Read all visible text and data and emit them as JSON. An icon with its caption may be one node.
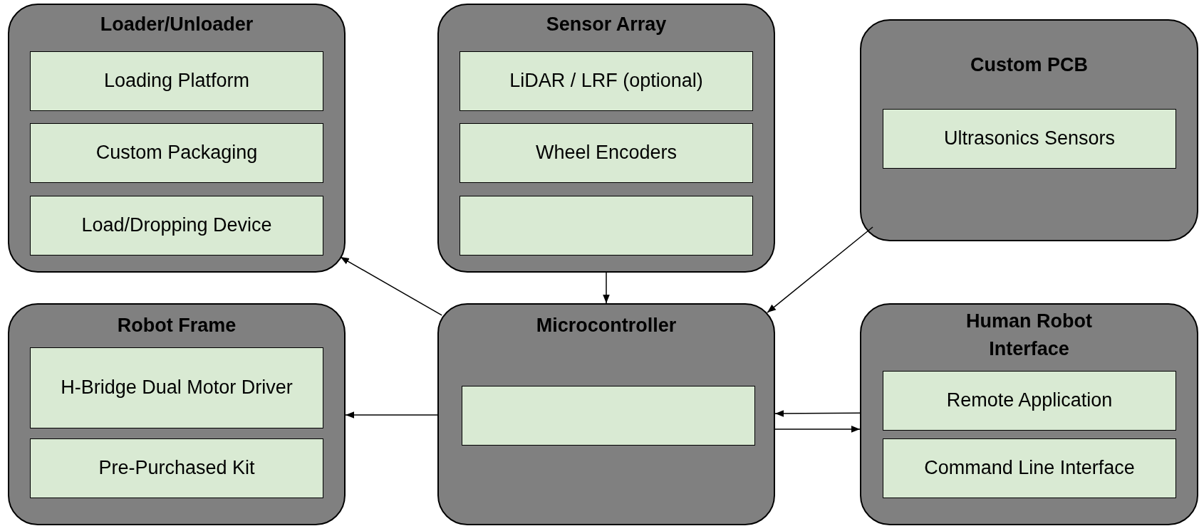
{
  "diagram": {
    "nodes": [
      {
        "text": [
          "Loader/Unloader"
        ]
      },
      {
        "text": [
          "Loading Platform"
        ],
        "in": 0
      },
      {
        "text": [
          "Custom Packaging"
        ],
        "in": 0
      },
      {
        "text": [
          "Load/Dropping Device"
        ],
        "in": 0
      },
      {
        "text": [
          "Sensor Array"
        ]
      },
      {
        "text": [
          "LiDAR / LRF (optional)"
        ],
        "in": 4
      },
      {
        "text": [
          "Wheel Encoders"
        ],
        "in": 4
      },
      {
        "text": [],
        "shape": "box",
        "in": 4
      },
      {
        "text": [
          "Custom PCB"
        ]
      },
      {
        "text": [
          "Ultrasonics Sensors"
        ],
        "in": 8
      },
      {
        "text": [
          "Robot Frame"
        ]
      },
      {
        "text": [
          "H-Bridge Dual Motor Driver"
        ],
        "in": 10
      },
      {
        "text": [
          "Pre-Purchased Kit"
        ],
        "in": 10
      },
      {
        "text": [
          "Microcontroller"
        ]
      },
      {
        "text": [],
        "shape": "box",
        "in": 13
      },
      {
        "text": [
          "Human Robot Interface"
        ]
      },
      {
        "text": [
          "Remote Application"
        ],
        "in": 15
      },
      {
        "text": [
          "Command Line Interface"
        ],
        "in": 15
      }
    ],
    "edges": [
      {
        "from": 13,
        "to": 0,
        "arrow": "to"
      },
      {
        "from": 4,
        "to": 13,
        "arrow": "to"
      },
      {
        "from": 8,
        "to": 13,
        "arrow": "to"
      },
      {
        "from": 13,
        "to": 10,
        "arrow": "to"
      },
      {
        "from": 15,
        "to": 13,
        "arrow": "to"
      },
      {
        "from": 13,
        "to": 15,
        "arrow": "to"
      }
    ]
  }
}
